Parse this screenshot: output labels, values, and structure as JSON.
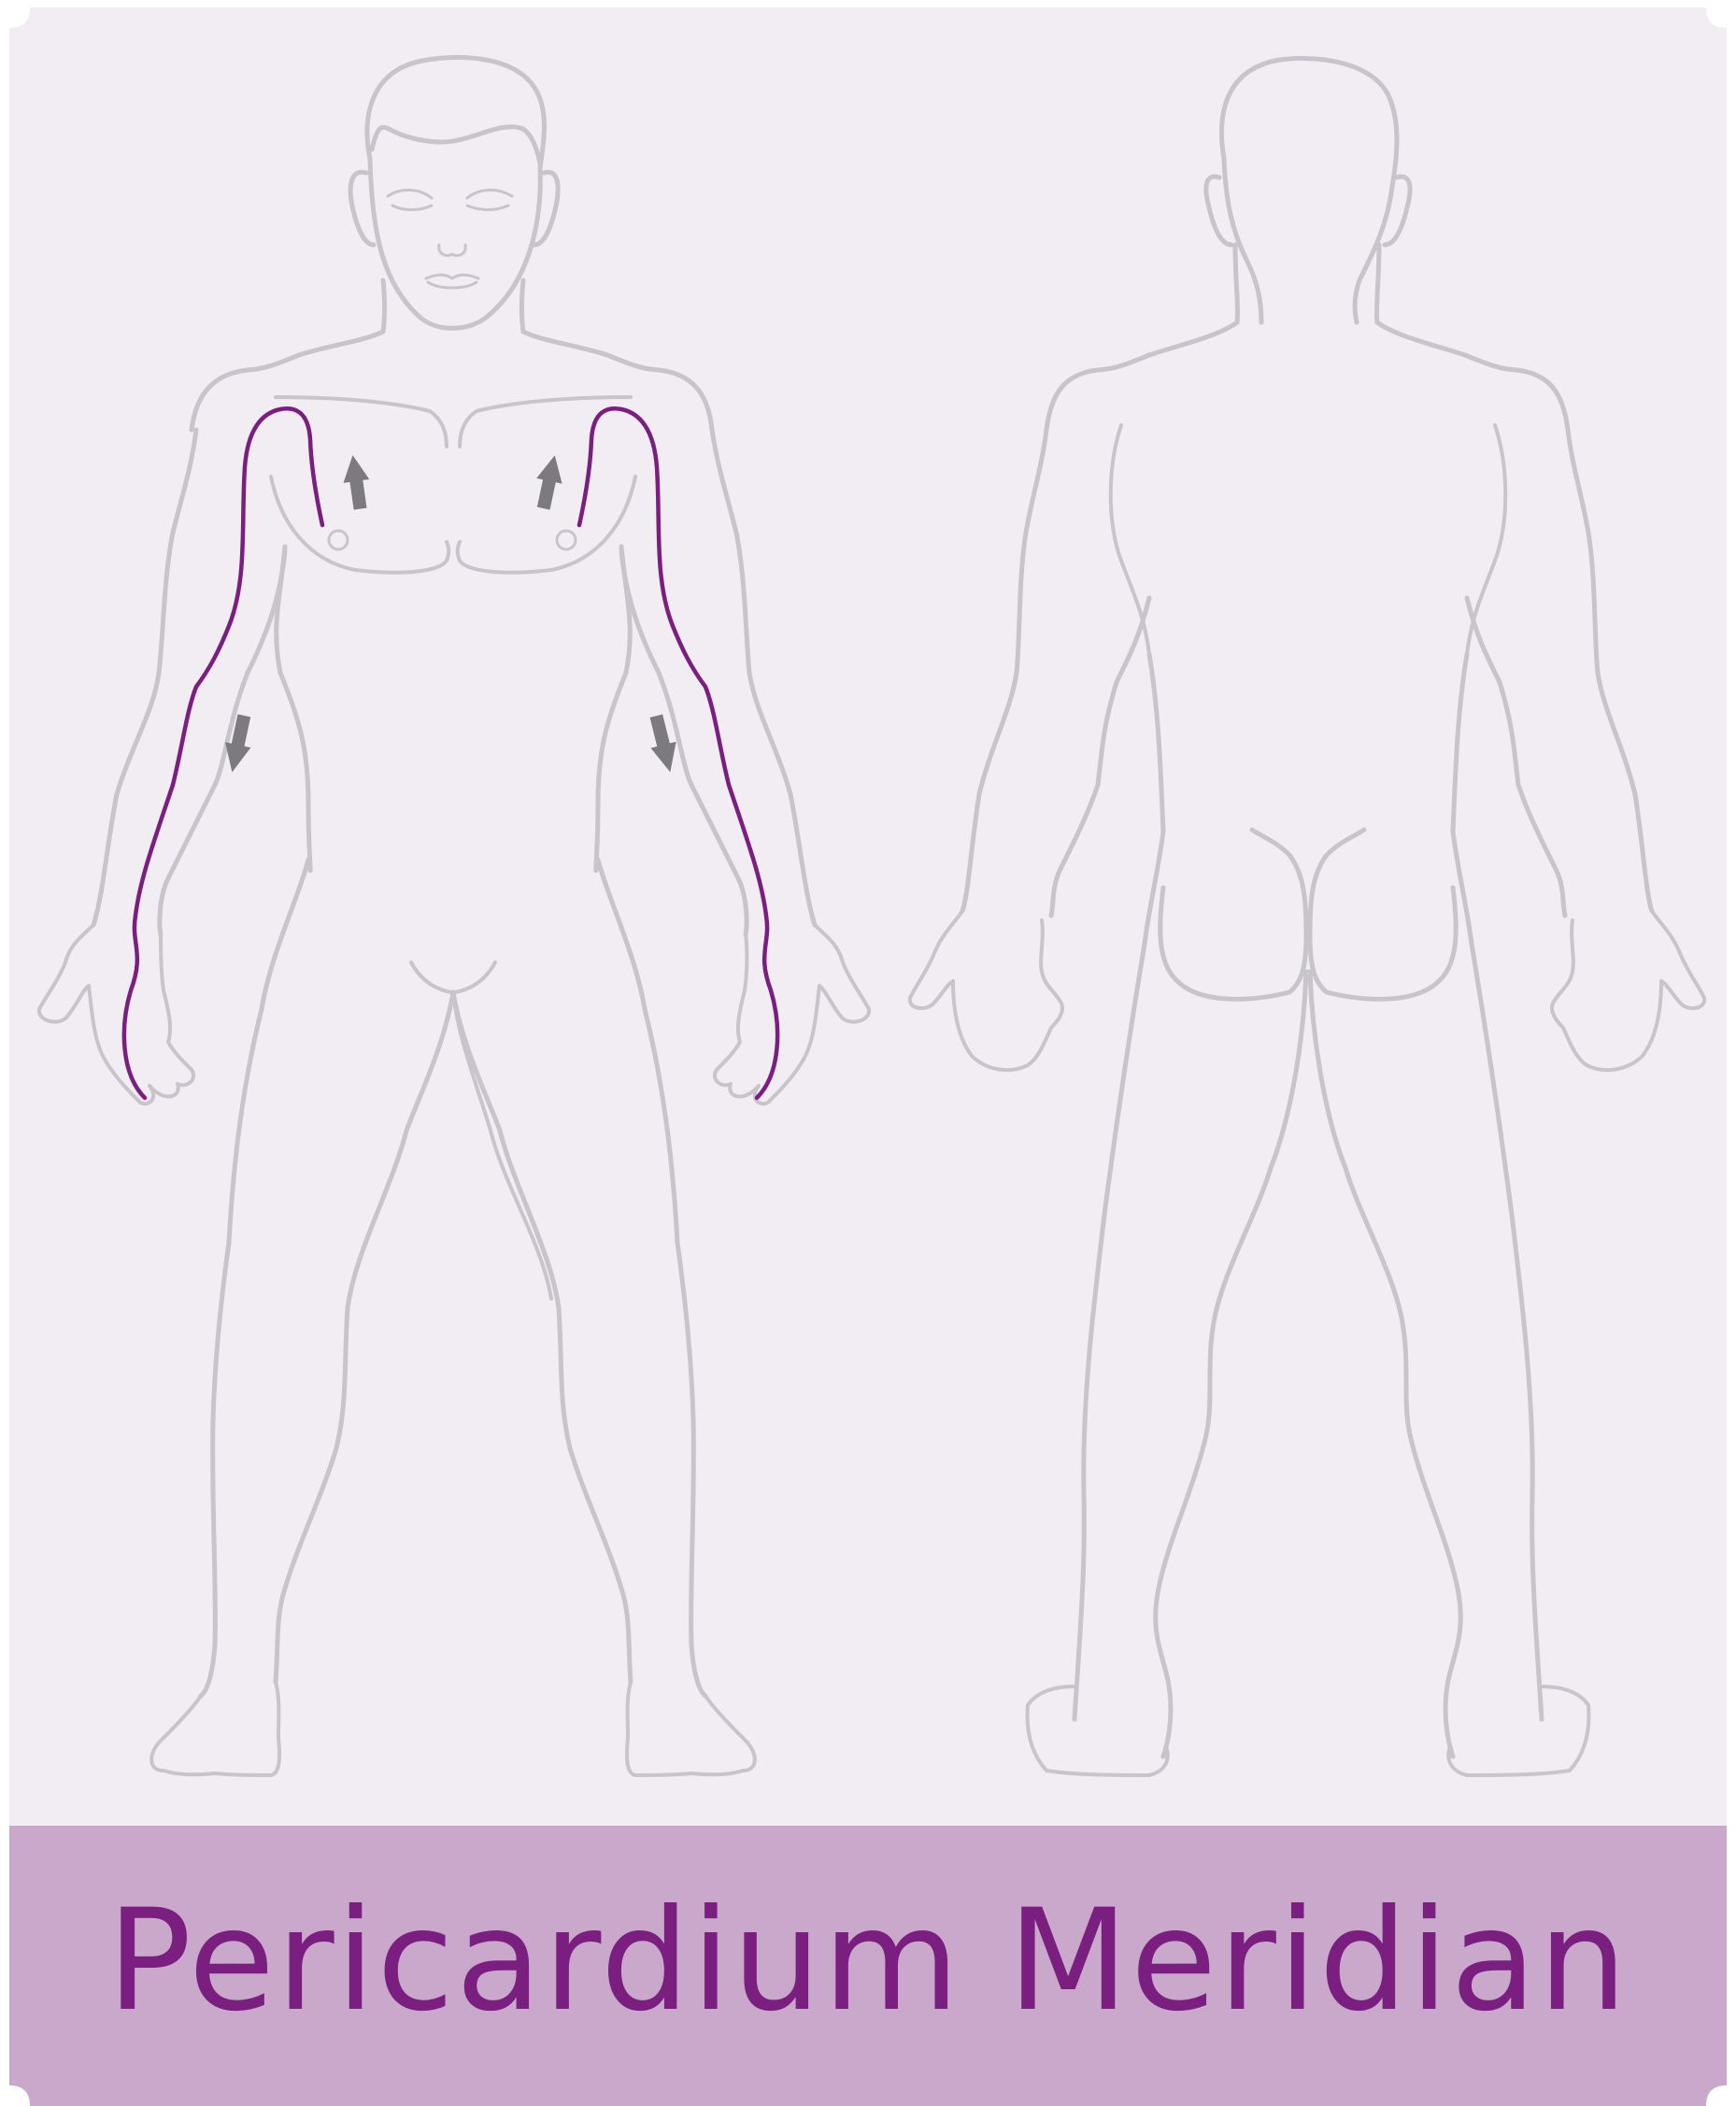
{
  "title": "Pericardium Meridian",
  "colors": {
    "background": "#F2ECF3",
    "banner": "#C9A8CC",
    "title_text": "#7A1F80",
    "body_outline": "#C8C4CC",
    "meridian": "#7A1F80",
    "arrow": "#7D7A7F"
  },
  "figures": [
    {
      "name": "front-view",
      "meridian_shown": true
    },
    {
      "name": "back-view",
      "meridian_shown": false
    }
  ]
}
